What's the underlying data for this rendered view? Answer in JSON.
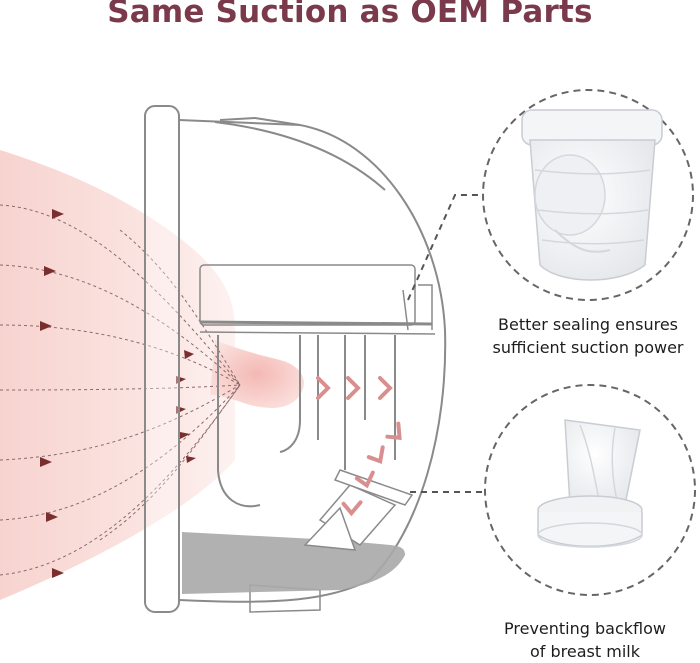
{
  "title": "Same Suction as OEM Parts",
  "callouts": [
    {
      "part": "membrane",
      "caption_line1": "Better sealing ensures",
      "caption_line2": "sufficient suction power"
    },
    {
      "part": "duckbill-valve",
      "caption_line1": "Preventing backflow",
      "caption_line2": "of breast milk"
    }
  ],
  "colors": {
    "title": "#7b3a4b",
    "arrow": "#d98f8f",
    "flow_arrow": "#7a2f2f",
    "milk": "#a9a9a9",
    "outline": "#8a8a8a",
    "skin": "#f6d6d2"
  }
}
